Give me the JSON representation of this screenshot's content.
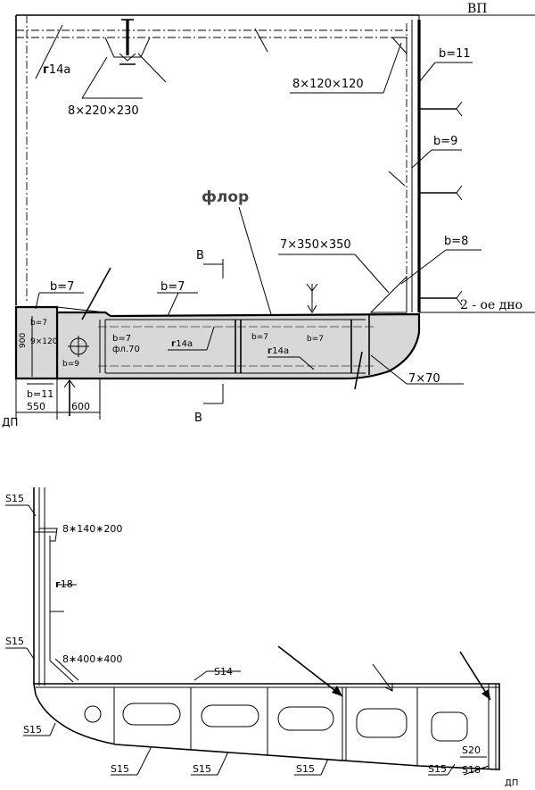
{
  "top_view": {
    "vp": "ВП",
    "profile_top": "14а",
    "bracket_top": "8×220×230",
    "bracket_right": "8×120×120",
    "b11": "b=11",
    "b9": "b=9",
    "b8": "b=8",
    "bracket_bottom": "7×350×350",
    "floor": "флор",
    "section_letter": "В",
    "second_bottom": "2 - ое  дно",
    "b7_left": "b=7",
    "b7_center": "b=7",
    "b7_small_a": "b=7",
    "b7_small_b": "b=7",
    "b7_small_c": "b=7",
    "b7_fl": "b=7",
    "fl70": "фл.70",
    "profile_left": "14а",
    "profile_right": "14а",
    "stiff_left": "9×120",
    "b9_small": "b=9",
    "height_900": "900",
    "b11_bottom": "b=11",
    "dim_550": "550",
    "dim_600": "600",
    "dp": "ДП",
    "corner_bracket": "7×70",
    "symbol_t": "г"
  },
  "bottom_view": {
    "s15_top": "S15",
    "bracket_top": "8∗140∗200",
    "profile": "18",
    "s15_mid": "S15",
    "bracket_bottom": "8∗400∗400",
    "s14": "S14",
    "s15_left": "S15",
    "s15_a": "S15",
    "s15_b": "S15",
    "s15_c": "S15",
    "s15_d": "S15",
    "s18": "S18",
    "s20": "S20",
    "dp": "ДП",
    "symbol_t": "г"
  }
}
